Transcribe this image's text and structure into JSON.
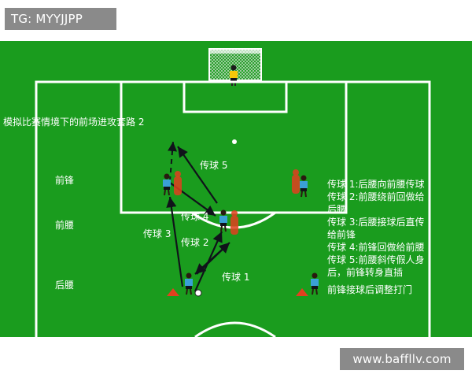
{
  "watermark_top": "TG: MYYJJPP",
  "watermark_bottom": "www.baffllv.com",
  "colors": {
    "pitch": "#1a9c1e",
    "lines": "#ffffff",
    "player_jersey": "#3aa0d6",
    "player_shorts": "#10131a",
    "cone": "#e2401f",
    "arrow": "#10131a",
    "text": "#ffffff"
  },
  "diagram": {
    "title": "模拟比赛情境下的前场进攻套路 2",
    "row_labels": {
      "forward": "前锋",
      "midfield": "前腰",
      "back": "后腰"
    },
    "pass_labels": {
      "pass1": "传球 1",
      "pass2": "传球 2",
      "pass3": "传球 3",
      "pass4": "传球 4",
      "pass5": "传球 5"
    },
    "legend": [
      "传球 1:后腰向前腰传球",
      "传球 2:前腰绕前回做给",
      "后腰",
      "传球 3:后腰接球后直传",
      "给前锋",
      "传球 4:前锋回做给前腰",
      "传球 5:前腰斜传假人身",
      "后，前锋转身直插"
    ],
    "finish_note": "前锋接球后调整打门"
  }
}
